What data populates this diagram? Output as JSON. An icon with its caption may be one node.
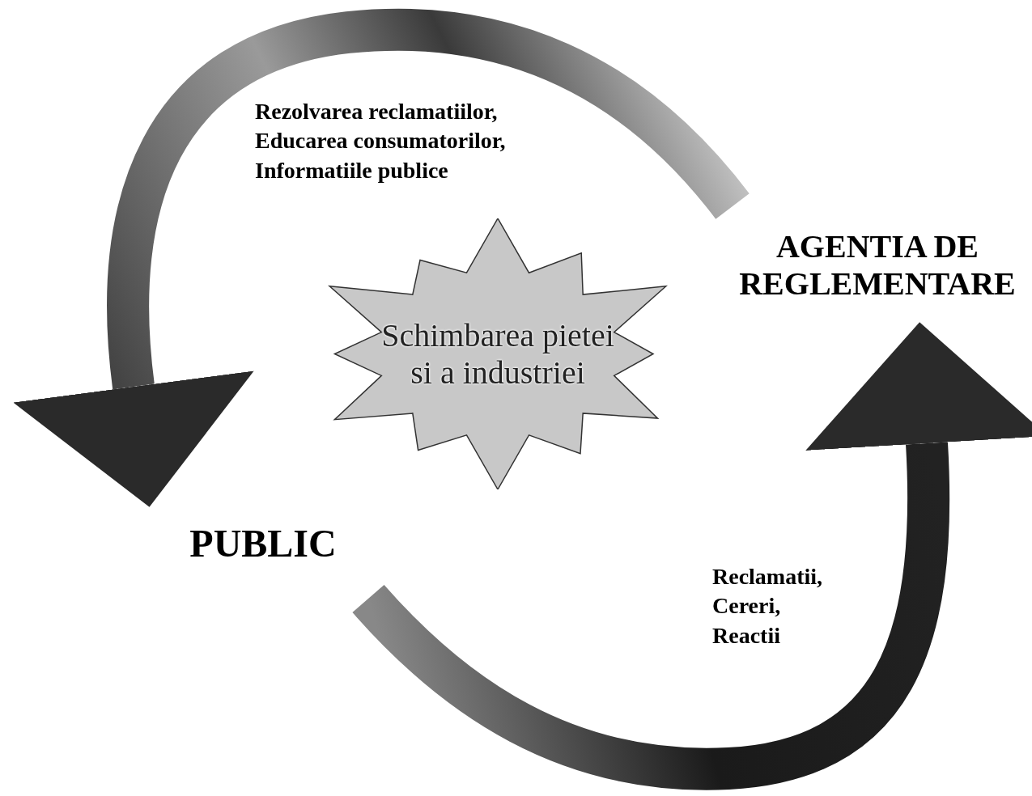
{
  "diagram": {
    "nodes": [
      {
        "text": [
          "AGENTIA DE REGLEMENTARE"
        ]
      },
      {
        "text": [
          "Schimbarea pietei si a industriei"
        ]
      },
      {
        "text": [
          "PUBLIC"
        ]
      }
    ],
    "edges": [
      {
        "from": 0,
        "to": 2,
        "arrow": "to",
        "label": "Rezolvarea reclamatiilor, Educarea consumatorilor, Informatiile publice",
        "style": "thick"
      },
      {
        "from": 2,
        "to": 0,
        "arrow": "to",
        "label": "Reclamatii, Cereri, Reactii",
        "style": "thick"
      }
    ]
  }
}
